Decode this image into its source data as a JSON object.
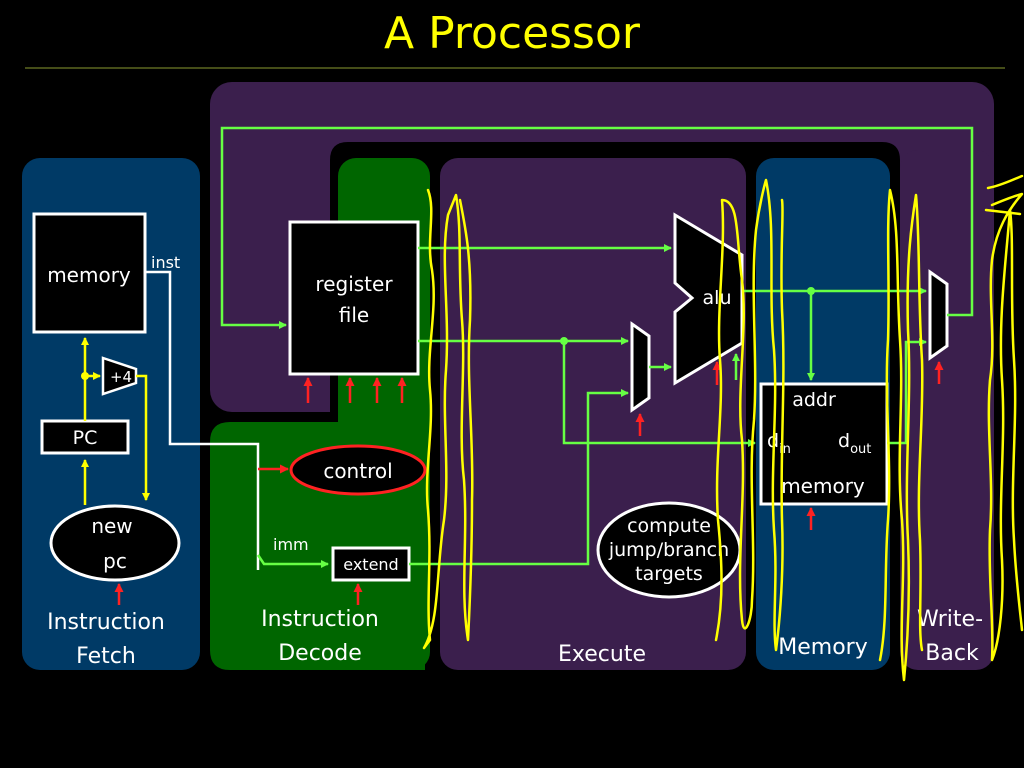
{
  "title": "A Processor",
  "stages": {
    "fetch_1": "Instruction",
    "fetch_2": "Fetch",
    "decode_1": "Instruction",
    "decode_2": "Decode",
    "execute": "Execute",
    "memory": "Memory",
    "writeback_1": "Write-",
    "writeback_2": "Back"
  },
  "blocks": {
    "inst_memory": "memory",
    "inst_label": "inst",
    "plus4": "+4",
    "pc": "PC",
    "new_pc_1": "new",
    "new_pc_2": "pc",
    "regfile_1": "register",
    "regfile_2": "file",
    "control": "control",
    "imm": "imm",
    "extend": "extend",
    "alu": "alu",
    "compute_1": "compute",
    "compute_2": "jump/branch",
    "compute_3": "targets",
    "addr": "addr",
    "din_base": "d",
    "din_sub": "in",
    "dout_base": "d",
    "dout_sub": "out",
    "data_memory": "memory"
  },
  "colors": {
    "background": "#000000",
    "title": "#ffff00",
    "fetch_panel": "#003a66",
    "decode_panel": "#006600",
    "purple_panel": "#3b1f4d",
    "memory_panel": "#003a66",
    "wire": "#66ff44",
    "fetch_wire": "#ffff00",
    "control_signal": "#ff2222",
    "annotation": "#ffff00"
  }
}
